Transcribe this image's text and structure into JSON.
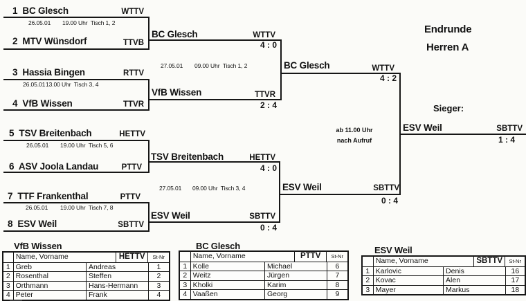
{
  "header": {
    "title": "Endrunde",
    "subtitle": "Herren A",
    "sieger_label": "Sieger:"
  },
  "bracket": {
    "r1": [
      {
        "label": "1  BC Glesch",
        "fed": "WTTV"
      },
      {
        "label": "2  MTV Wünsdorf",
        "fed": "TTVB"
      },
      {
        "label": "3  Hassia Bingen",
        "fed": "RTTV"
      },
      {
        "label": "4  VfB Wissen",
        "fed": "TTVR"
      },
      {
        "label": "5  TSV Breitenbach",
        "fed": "HETTV"
      },
      {
        "label": "6  ASV Joola Landau",
        "fed": "PTTV"
      },
      {
        "label": "7  TTF Frankenthal",
        "fed": "PTTV"
      },
      {
        "label": "8  ESV Weil",
        "fed": "SBTTV"
      }
    ],
    "r1_sched": [
      {
        "date": "26.05.01",
        "info": "19.00 Uhr  Tisch 1, 2"
      },
      {
        "date": "26.05.01",
        "info": "13.00 Uhr  Tisch 3, 4"
      },
      {
        "date": "26.05.01",
        "info": "19.00 Uhr  Tisch 5, 6"
      },
      {
        "date": "26.05.01",
        "info": "19.00 Uhr  Tisch 7, 8"
      }
    ],
    "qf": [
      {
        "team": "BC Glesch",
        "fed": "WTTV",
        "score": "4 : 0"
      },
      {
        "team": "VfB Wissen",
        "fed": "TTVR",
        "score": "2 : 4"
      },
      {
        "team": "TSV Breitenbach",
        "fed": "HETTV",
        "score": "4 : 0"
      },
      {
        "team": "ESV Weil",
        "fed": "SBTTV",
        "score": "0 : 4"
      }
    ],
    "qf_sched": [
      {
        "date": "27.05.01",
        "info": "09.00 Uhr  Tisch 1, 2"
      },
      {
        "date": "27.05.01",
        "info": "09.00 Uhr  Tisch 3, 4"
      }
    ],
    "sf": [
      {
        "team": "BC Glesch",
        "fed": "WTTV",
        "score": "4 : 2"
      },
      {
        "team": "ESV Weil",
        "fed": "SBTTV",
        "score": "0 : 4"
      }
    ],
    "final_note": {
      "line1": "ab 11.00 Uhr",
      "line2": "nach Aufruf"
    },
    "champion": {
      "team": "ESV Weil",
      "fed": "SBTTV",
      "score": "1 : 4"
    }
  },
  "rosters": [
    {
      "title": "VfB Wissen",
      "fed": "HETTV",
      "name_header": "Name, Vorname",
      "stnr_header": "St-Nr",
      "players": [
        {
          "no": "1",
          "last": "Greb",
          "first": "Andreas",
          "stnr": "1"
        },
        {
          "no": "2",
          "last": "Rosenthal",
          "first": "Steffen",
          "stnr": "2"
        },
        {
          "no": "3",
          "last": "Orthmann",
          "first": "Hans-Hermann",
          "stnr": "3"
        },
        {
          "no": "4",
          "last": "Peter",
          "first": "Frank",
          "stnr": "4"
        }
      ]
    },
    {
      "title": "BC Glesch",
      "fed": "PTTV",
      "name_header": "Name, Vorname",
      "stnr_header": "St-Nr",
      "players": [
        {
          "no": "1",
          "last": "Kolle",
          "first": "Michael",
          "stnr": "6"
        },
        {
          "no": "2",
          "last": "Weitz",
          "first": "Jürgen",
          "stnr": "7"
        },
        {
          "no": "3",
          "last": "Kholki",
          "first": "Karim",
          "stnr": "8"
        },
        {
          "no": "4",
          "last": "Vaaßen",
          "first": "Georg",
          "stnr": "9"
        }
      ]
    },
    {
      "title": "ESV Weil",
      "fed": "SBTTV",
      "name_header": "Name, Vorname",
      "stnr_header": "St-Nr",
      "players": [
        {
          "no": "1",
          "last": "Karlovic",
          "first": "Denis",
          "stnr": "16"
        },
        {
          "no": "2",
          "last": "Kovac",
          "first": "Alen",
          "stnr": "17"
        },
        {
          "no": "3",
          "last": "Mayer",
          "first": "Markus",
          "stnr": "18"
        }
      ]
    }
  ]
}
